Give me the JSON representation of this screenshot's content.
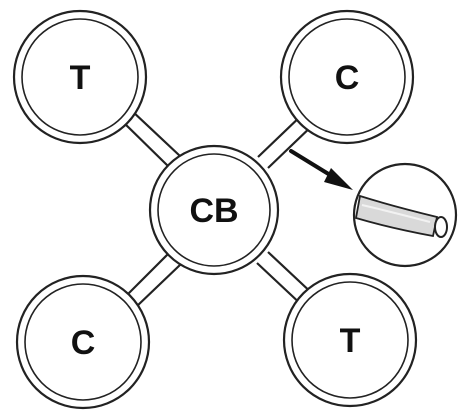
{
  "diagram": {
    "center": {
      "label": "CB"
    },
    "nodes": [
      {
        "position": "top-left",
        "label": "T"
      },
      {
        "position": "top-right",
        "label": "C"
      },
      {
        "position": "bottom-left",
        "label": "C"
      },
      {
        "position": "bottom-right",
        "label": "T"
      }
    ],
    "inset": {
      "icon": "tube-cross-section-icon"
    },
    "arrow": {
      "icon": "arrow-icon"
    }
  },
  "colors": {
    "stroke": "#222222",
    "fill": "#ffffff",
    "tube_fill": "#dddddd"
  }
}
